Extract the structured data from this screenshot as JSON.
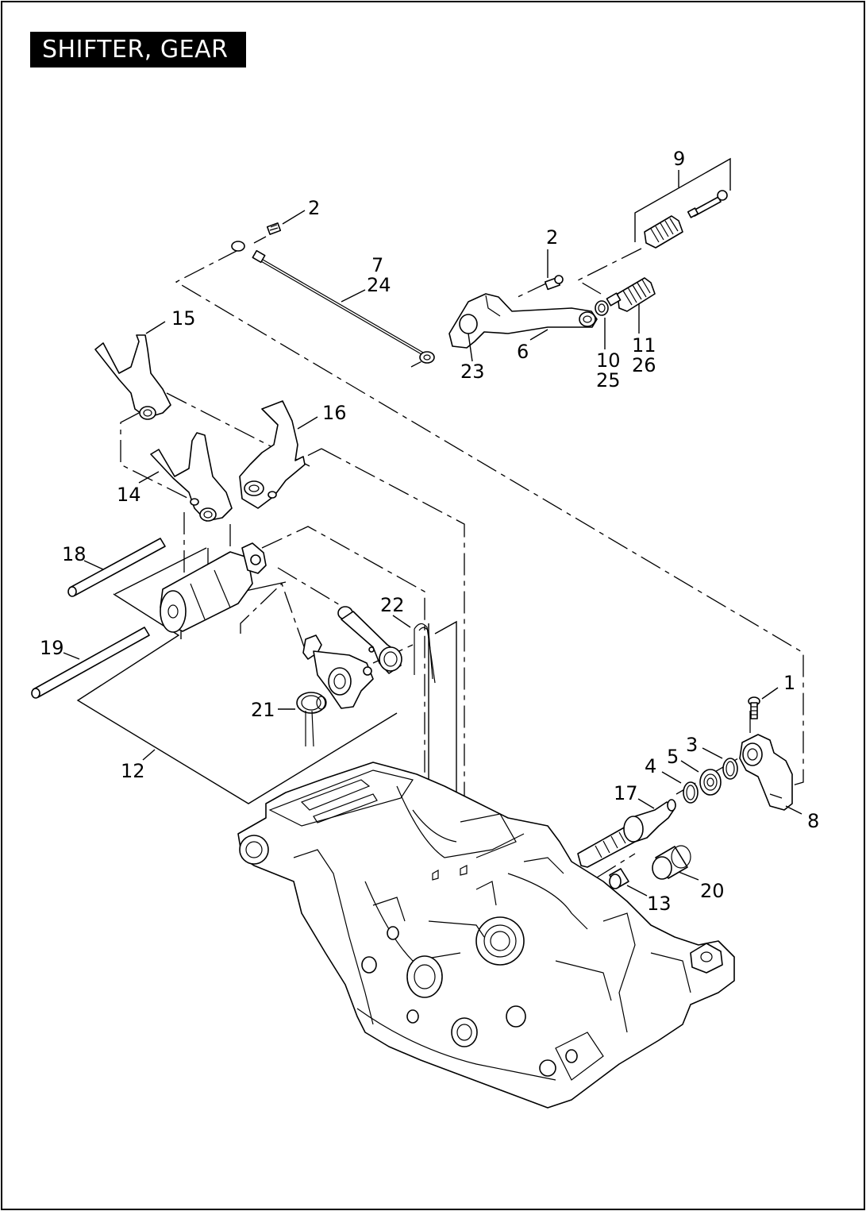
{
  "title": "SHIFTER, GEAR",
  "callouts": [
    {
      "id": "c1",
      "text": "1"
    },
    {
      "id": "c2a",
      "text": "2"
    },
    {
      "id": "c2b",
      "text": "2"
    },
    {
      "id": "c3",
      "text": "3"
    },
    {
      "id": "c4",
      "text": "4"
    },
    {
      "id": "c5",
      "text": "5"
    },
    {
      "id": "c6",
      "text": "6"
    },
    {
      "id": "c7",
      "text": "7"
    },
    {
      "id": "c24",
      "text": "24"
    },
    {
      "id": "c8",
      "text": "8"
    },
    {
      "id": "c9",
      "text": "9"
    },
    {
      "id": "c10",
      "text": "10"
    },
    {
      "id": "c25",
      "text": "25"
    },
    {
      "id": "c11",
      "text": "11"
    },
    {
      "id": "c26",
      "text": "26"
    },
    {
      "id": "c12",
      "text": "12"
    },
    {
      "id": "c13",
      "text": "13"
    },
    {
      "id": "c14",
      "text": "14"
    },
    {
      "id": "c15",
      "text": "15"
    },
    {
      "id": "c16",
      "text": "16"
    },
    {
      "id": "c17",
      "text": "17"
    },
    {
      "id": "c18",
      "text": "18"
    },
    {
      "id": "c19",
      "text": "19"
    },
    {
      "id": "c20",
      "text": "20"
    },
    {
      "id": "c21",
      "text": "21"
    },
    {
      "id": "c22",
      "text": "22"
    },
    {
      "id": "c23",
      "text": "23"
    }
  ]
}
